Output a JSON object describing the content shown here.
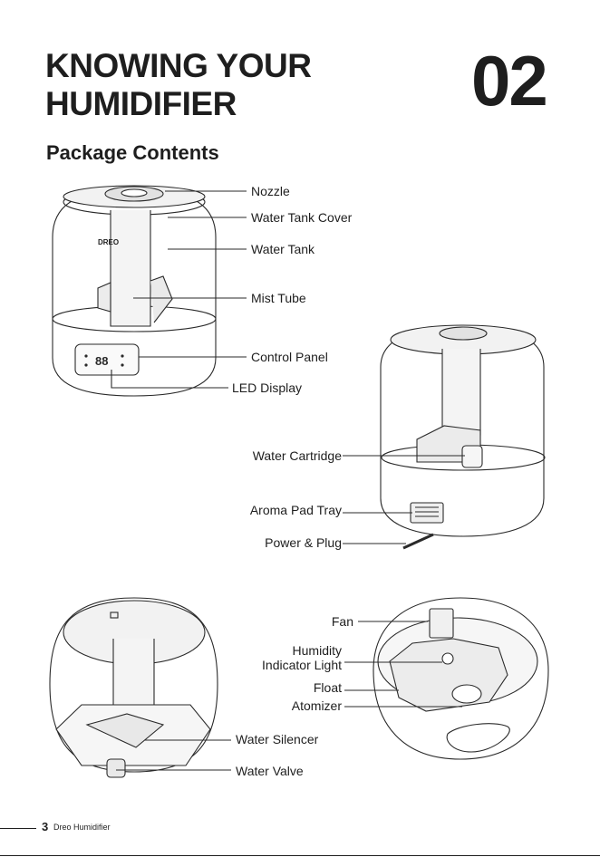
{
  "header": {
    "title_line1": "KNOWING YOUR",
    "title_line2": "HUMIDIFIER",
    "chapter_number": "02"
  },
  "section_title": "Package Contents",
  "brand_logo": "DREO",
  "display_digits": "88",
  "labels": {
    "nozzle": "Nozzle",
    "water_tank_cover": "Water Tank Cover",
    "water_tank": "Water Tank",
    "mist_tube": "Mist Tube",
    "control_panel": "Control Panel",
    "led_display": "LED Display",
    "water_cartridge": "Water Cartridge",
    "aroma_pad_tray": "Aroma Pad Tray",
    "power_plug": "Power & Plug",
    "fan": "Fan",
    "humidity_indicator_line1": "Humidity",
    "humidity_indicator_line2": "Indicator Light",
    "float": "Float",
    "atomizer": "Atomizer",
    "water_silencer": "Water Silencer",
    "water_valve": "Water Valve"
  },
  "footer": {
    "page_number": "3",
    "text": "Dreo Humidifier"
  }
}
